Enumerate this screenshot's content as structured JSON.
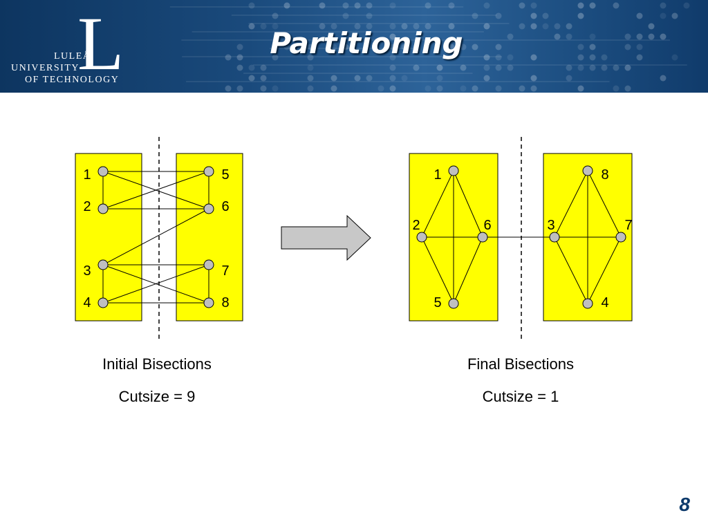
{
  "header": {
    "logo_line1": "LULEÅ",
    "logo_line2": "UNIVERSITY",
    "logo_line3": "OF TECHNOLOGY",
    "logo_letter": "L",
    "title": "Partitioning"
  },
  "initial": {
    "caption": "Initial Bisections",
    "cutsize": "Cutsize = 9",
    "left_nodes": [
      "1",
      "2",
      "3",
      "4"
    ],
    "right_nodes": [
      "5",
      "6",
      "7",
      "8"
    ],
    "edges": [
      [
        "1",
        "5"
      ],
      [
        "1",
        "6"
      ],
      [
        "2",
        "5"
      ],
      [
        "2",
        "6"
      ],
      [
        "3",
        "6"
      ],
      [
        "3",
        "7"
      ],
      [
        "3",
        "8"
      ],
      [
        "4",
        "7"
      ],
      [
        "4",
        "8"
      ],
      [
        "1",
        "2"
      ],
      [
        "3",
        "4"
      ],
      [
        "5",
        "6"
      ],
      [
        "7",
        "8"
      ]
    ]
  },
  "arrow": {
    "icon": "right-arrow-icon"
  },
  "final": {
    "caption": "Final Bisections",
    "cutsize": "Cutsize = 1",
    "left_nodes": [
      "1",
      "2",
      "6",
      "5"
    ],
    "right_nodes": [
      "8",
      "3",
      "7",
      "4"
    ],
    "edges": [
      [
        "1",
        "2"
      ],
      [
        "1",
        "6"
      ],
      [
        "1",
        "5"
      ],
      [
        "2",
        "6"
      ],
      [
        "2",
        "5"
      ],
      [
        "6",
        "5"
      ],
      [
        "8",
        "3"
      ],
      [
        "8",
        "7"
      ],
      [
        "8",
        "4"
      ],
      [
        "3",
        "7"
      ],
      [
        "3",
        "4"
      ],
      [
        "7",
        "4"
      ],
      [
        "6",
        "3"
      ]
    ]
  },
  "page_number": "8",
  "colors": {
    "partition_fill": "#ffff00",
    "node_fill": "#bfbfbf",
    "header": "#1a4a7c",
    "arrow_fill": "#c8c8c8"
  }
}
